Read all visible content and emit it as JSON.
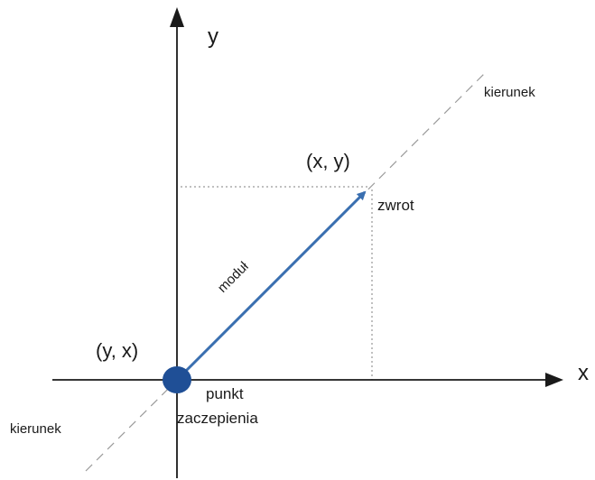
{
  "labels": {
    "y_axis": "y",
    "x_axis": "x",
    "direction_top": "kierunek",
    "direction_bottom": "kierunek",
    "tip_point": "(x, y)",
    "origin_point": "(y, x)",
    "sense": "zwrot",
    "magnitude": "moduł",
    "anchor_line1": "punkt",
    "anchor_line2": "zaczepienia"
  },
  "colors": {
    "vector": "#3a6fb0",
    "origin_dot": "#1f4f96",
    "axis": "#1a1a1a",
    "dotted": "#808080",
    "dashed": "#9a9a9a"
  }
}
